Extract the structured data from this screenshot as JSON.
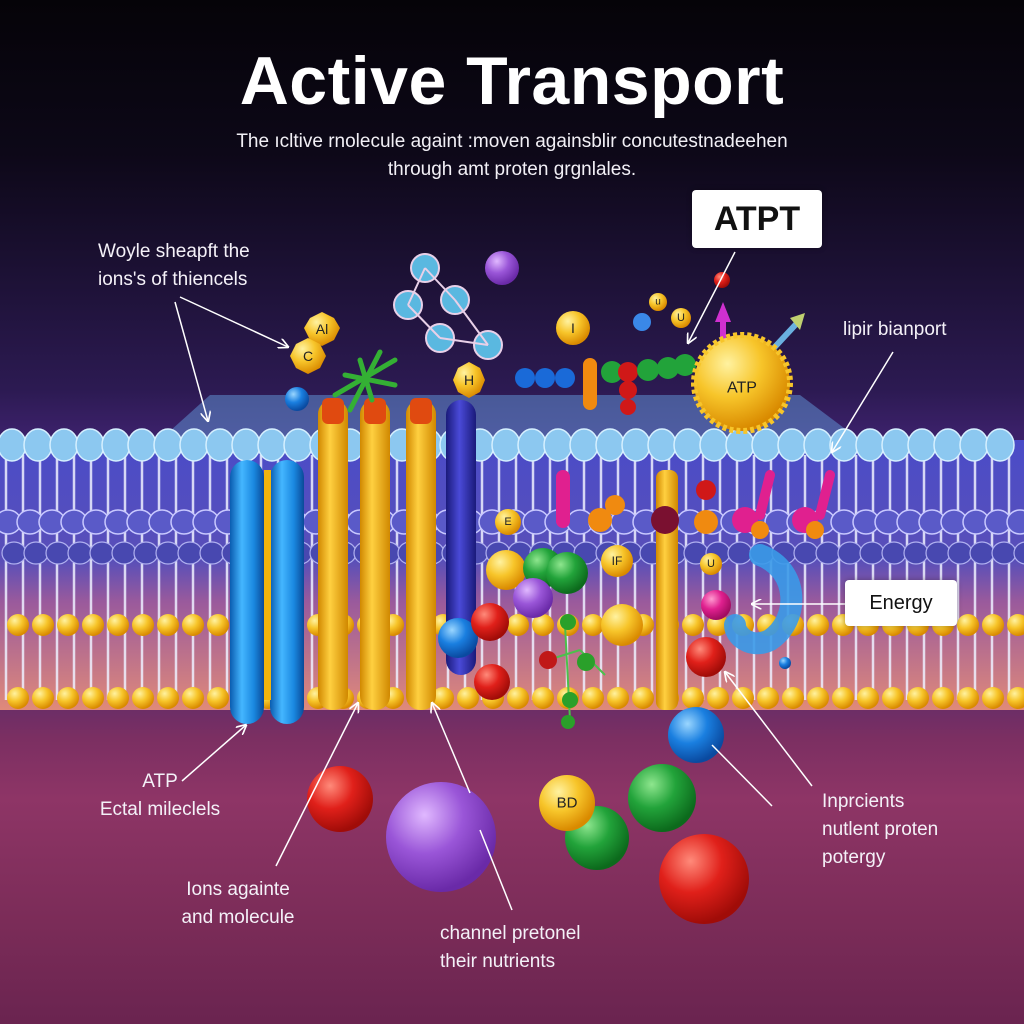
{
  "header": {
    "title": "Active Transport",
    "subtitle_line1": "The ıcltive rnolecule againt :moven againsblir concutestnadeehen",
    "subtitle_line2": "through amt  proten grgnlales."
  },
  "callouts": {
    "top_left": {
      "line1": "Woyle sheapft the",
      "line2": "ions's of thiencels"
    },
    "atpt_box": "ATPT",
    "top_right": "lipir bianport",
    "energy_box": "Energy",
    "bottom_left_a": {
      "line1": "ATP",
      "line2": "Ectal mileclels"
    },
    "bottom_left_b": {
      "line1": "Ions againte",
      "line2": "and molecule"
    },
    "bottom_center": {
      "line1": "channel pretonel",
      "line2": "their nutrients"
    },
    "bottom_right": {
      "line1": "Inprcients",
      "line2": "nutlent proten",
      "line3": "potergy"
    }
  },
  "molecule_labels": {
    "al": "Al",
    "c": "C",
    "h": "H",
    "i": "I",
    "u1": "u",
    "u2": "U",
    "atp_sphere": "ATP",
    "e": "E",
    "if": "IF",
    "u3": "U",
    "bd": "BD"
  },
  "colors": {
    "membrane_head_blue": "#7fbfe8",
    "lipid_tail": "#e6e8ff",
    "phosphate_yellow": "#f5b51c",
    "channel_blue": "#1e88d8",
    "channel_yellow": "#f2b40c",
    "atp_yellow": "#f7c52a",
    "ion_red": "#e0201a",
    "ion_green": "#22a33a",
    "ion_purple": "#9a56d8",
    "ion_blue": "#1a7fe0",
    "magenta": "#e0208f"
  }
}
